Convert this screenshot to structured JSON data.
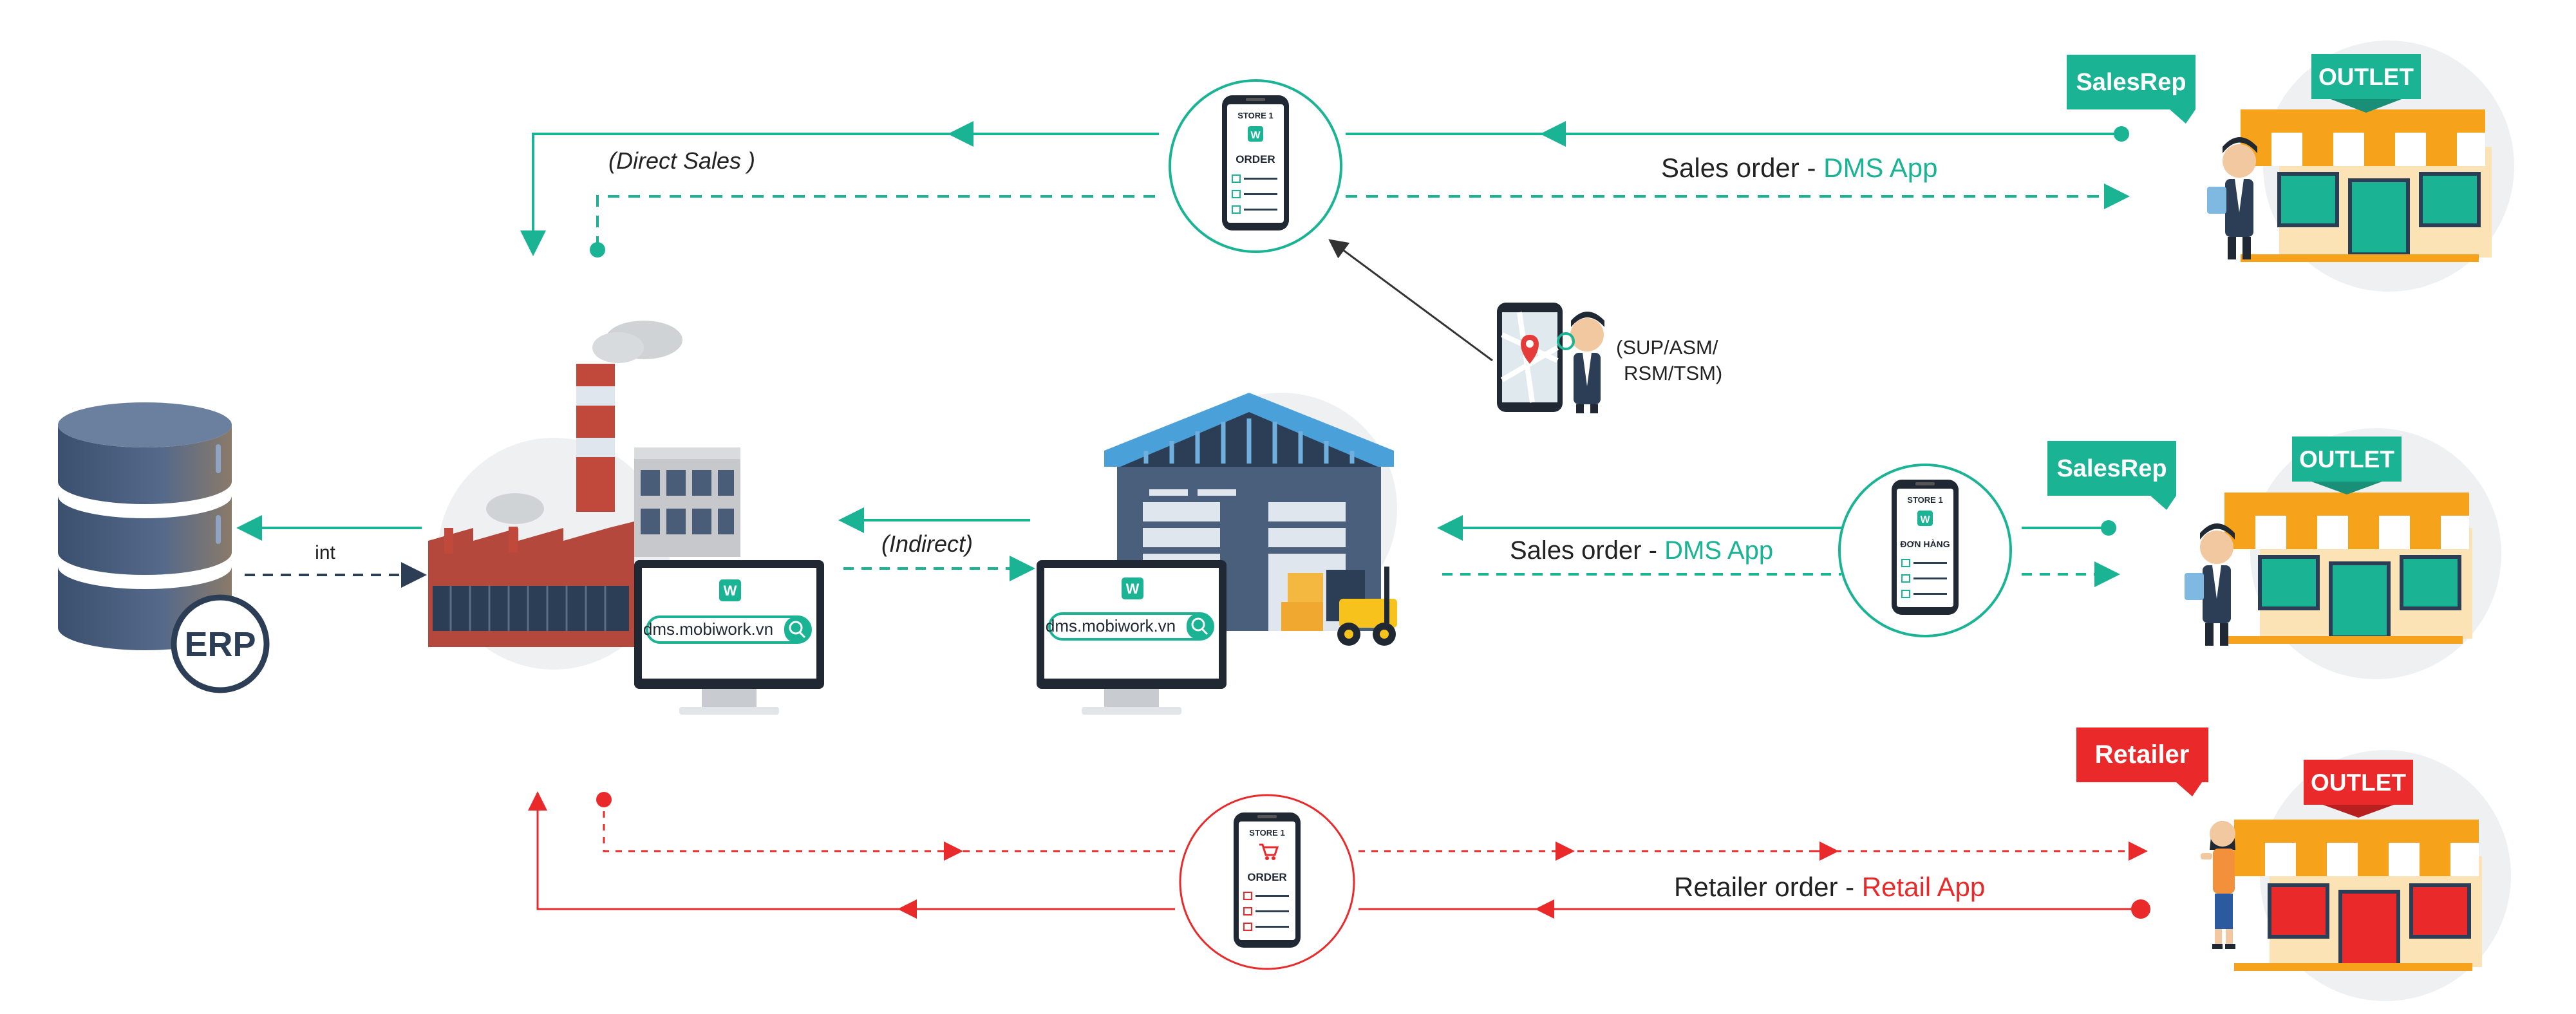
{
  "colors": {
    "green": "#1ab394",
    "red": "#ea2a2a",
    "navy": "#2c3e55",
    "dark": "#1f2833",
    "orange": "#f7a21b",
    "gray_circle": "#eef0f2"
  },
  "labels": {
    "direct_sales": "(Direct Sales )",
    "indirect": "(Indirect)",
    "int": "int",
    "erp": "ERP",
    "supervisors_line1": "(SUP/ASM/",
    "supervisors_line2": "RSM/TSM)",
    "sales_order_1_prefix": "Sales order - ",
    "sales_order_1_app": "DMS App",
    "sales_order_2_prefix": "Sales order - ",
    "sales_order_2_app": "DMS App",
    "retailer_order_prefix": "Retailer order - ",
    "retailer_order_app": "Retail App",
    "salesrep_1": "SalesRep",
    "salesrep_2": "SalesRep",
    "retailer": "Retailer",
    "outlet_1": "OUTLET",
    "outlet_2": "OUTLET",
    "outlet_3": "OUTLET",
    "url_factory": "dms.mobiwork.vn",
    "url_warehouse": "dms.mobiwork.vn",
    "logo_letter": "W"
  },
  "phones": {
    "top": {
      "store": "STORE 1",
      "title": "ORDER"
    },
    "middle": {
      "store": "STORE 1",
      "title": "ĐƠN HÀNG"
    },
    "bottom": {
      "store": "STORE 1",
      "title": "ORDER"
    }
  },
  "icons": [
    "database-icon",
    "factory-icon",
    "warehouse-icon",
    "monitor-icon",
    "phone-icon",
    "map-phone-icon",
    "store-icon",
    "salesman-icon",
    "retailer-woman-icon",
    "search-icon",
    "cart-icon",
    "forklift-icon"
  ]
}
